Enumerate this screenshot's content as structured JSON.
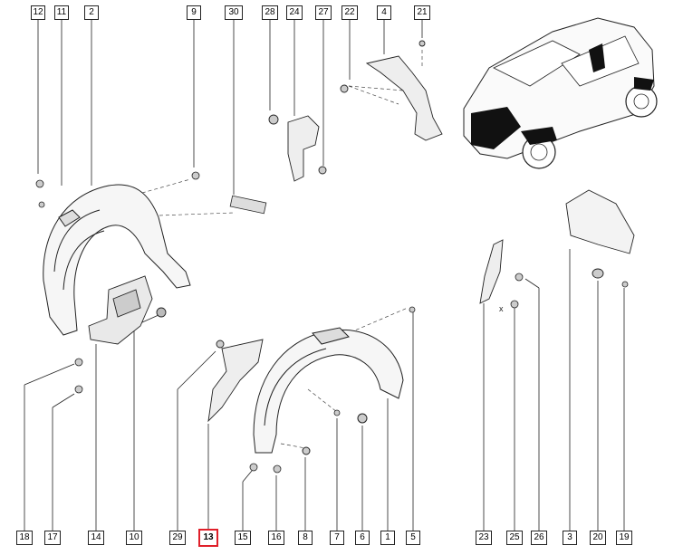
{
  "labels": {
    "l12": "12",
    "l11": "11",
    "l2": "2",
    "l9": "9",
    "l30": "30",
    "l28": "28",
    "l24": "24",
    "l27": "27",
    "l22": "22",
    "l4": "4",
    "l21": "21",
    "l18": "18",
    "l17": "17",
    "l14": "14",
    "l10": "10",
    "l29": "29",
    "l13": "13",
    "l15": "15",
    "l16": "16",
    "l8": "8",
    "l7": "7",
    "l6": "6",
    "l1": "1",
    "l5": "5",
    "l23": "23",
    "l25": "25",
    "l26": "26",
    "l3": "3",
    "l20": "20",
    "l19": "19"
  },
  "highlight_label": "13",
  "highlight_color": "#e0202a",
  "small_marks": {
    "x_mark": "x"
  }
}
